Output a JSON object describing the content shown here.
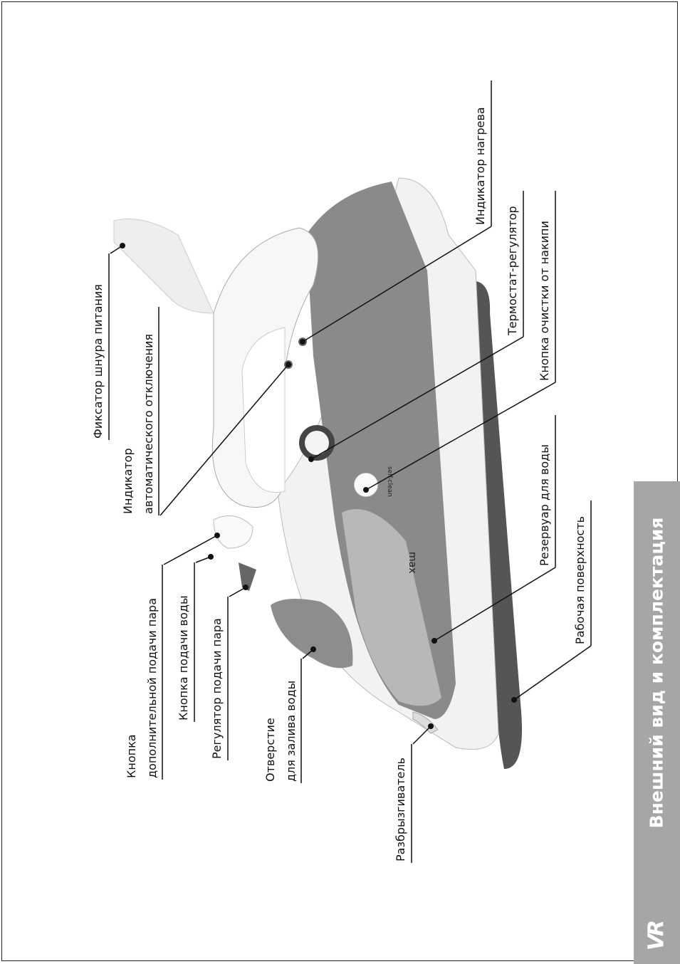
{
  "section_title": "Внешний вид и комплектация",
  "brand_logo": "VR",
  "labels": {
    "sprayer": "Разбрызгиватель",
    "fill_hole": [
      "Отверстие",
      "для залива воды"
    ],
    "steam_regulator": "Регулятор подачи пара",
    "water_button": "Кнопка подачи воды",
    "extra_steam_button": [
      "Кнопка",
      "дополнительной подачи пара"
    ],
    "auto_off_indicator": [
      "Индикатор",
      "автоматического отключения"
    ],
    "cord_holder": "Фиксатор шнура питания",
    "heat_indicator": "Индикатор нагрева",
    "thermostat": "Термостат-регулятор",
    "self_clean_button": "Кнопка очистки от накипи",
    "water_tank": "Резервуар для воды",
    "soleplate": "Рабочая поверхность"
  },
  "iron_markings": {
    "max_mark": "max",
    "self_clean_mark": "self-clean"
  }
}
